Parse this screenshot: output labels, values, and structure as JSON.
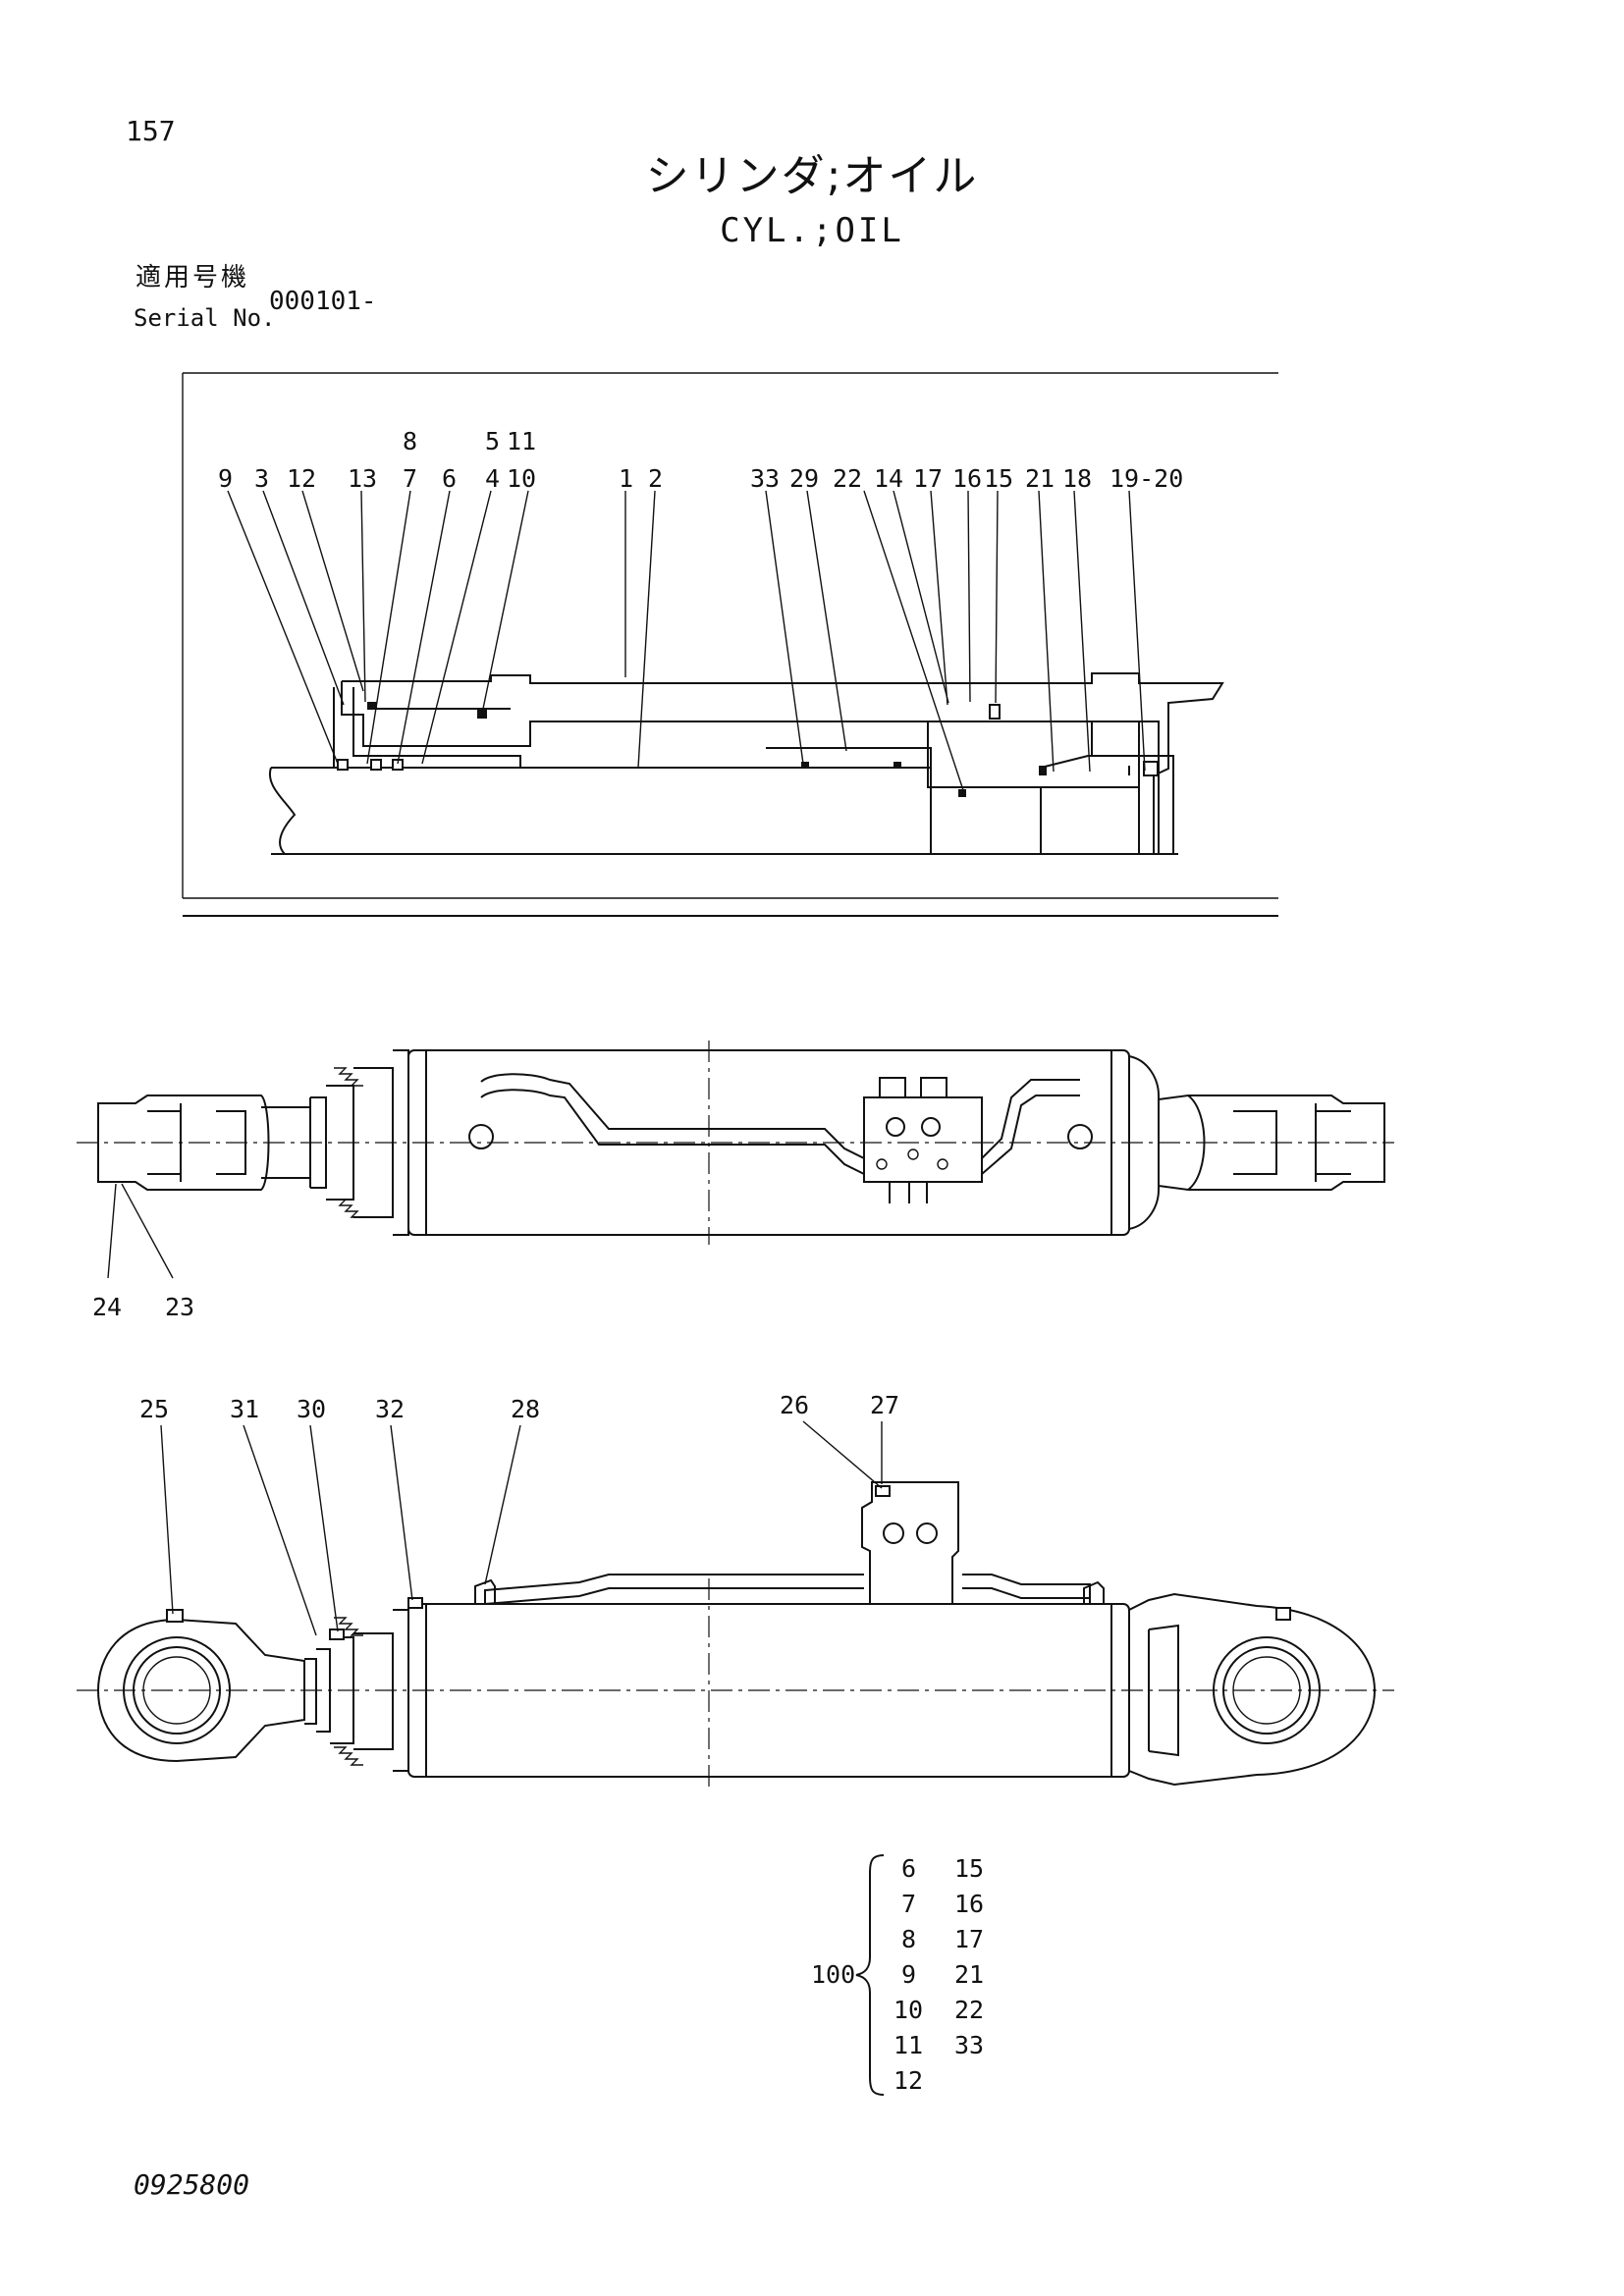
{
  "header": {
    "page_number": "157",
    "title_jp": "シリンダ;オイル",
    "title_en": "CYL.;OIL",
    "serial_label_jp": "適用号機",
    "serial_label_en": "Serial No.",
    "serial_value": "000101-"
  },
  "section_view": {
    "callouts": [
      {
        "id": "c9",
        "text": "9"
      },
      {
        "id": "c3",
        "text": "3"
      },
      {
        "id": "c12",
        "text": "12"
      },
      {
        "id": "c13",
        "text": "13"
      },
      {
        "id": "c8",
        "text": "8"
      },
      {
        "id": "c7",
        "text": "7"
      },
      {
        "id": "c6",
        "text": "6"
      },
      {
        "id": "c5",
        "text": "5"
      },
      {
        "id": "c11",
        "text": "11"
      },
      {
        "id": "c4",
        "text": "4"
      },
      {
        "id": "c10",
        "text": "10"
      },
      {
        "id": "c1",
        "text": "1"
      },
      {
        "id": "c2",
        "text": "2"
      },
      {
        "id": "c33",
        "text": "33"
      },
      {
        "id": "c29",
        "text": "29"
      },
      {
        "id": "c22",
        "text": "22"
      },
      {
        "id": "c14",
        "text": "14"
      },
      {
        "id": "c17",
        "text": "17"
      },
      {
        "id": "c16",
        "text": "16"
      },
      {
        "id": "c15",
        "text": "15"
      },
      {
        "id": "c21",
        "text": "21"
      },
      {
        "id": "c18",
        "text": "18"
      },
      {
        "id": "c19-20",
        "text": "19-20"
      }
    ]
  },
  "top_view": {
    "callouts": [
      {
        "id": "c24",
        "text": "24"
      },
      {
        "id": "c23",
        "text": "23"
      }
    ]
  },
  "side_view": {
    "callouts": [
      {
        "id": "c25",
        "text": "25"
      },
      {
        "id": "c31",
        "text": "31"
      },
      {
        "id": "c30",
        "text": "30"
      },
      {
        "id": "c32",
        "text": "32"
      },
      {
        "id": "c28",
        "text": "28"
      },
      {
        "id": "c26",
        "text": "26"
      },
      {
        "id": "c27",
        "text": "27"
      }
    ]
  },
  "kit": {
    "number": "100",
    "col1": [
      "6",
      "7",
      "8",
      "9",
      "10",
      "11",
      "12"
    ],
    "col2": [
      "15",
      "16",
      "17",
      "21",
      "22",
      "33"
    ]
  },
  "footer": {
    "doc_code": "0925800"
  }
}
